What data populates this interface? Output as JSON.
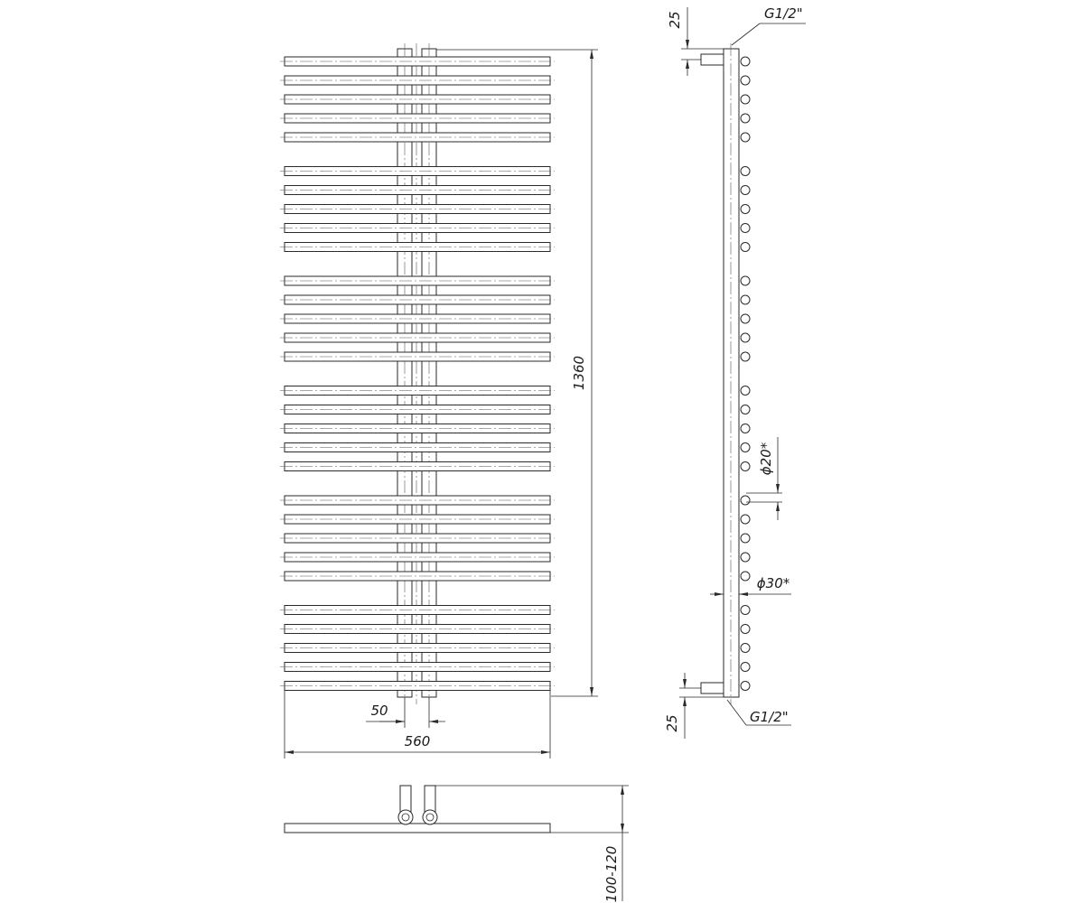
{
  "dimensions": {
    "height_total": "1360",
    "width_total": "560",
    "collector_spacing": "50",
    "wall_distance": "100-120",
    "connection_offset_top": "25",
    "connection_offset_bottom": "25",
    "thread_top": "G1/2\"",
    "thread_bottom": "G1/2\"",
    "rail_diameter": "ϕ20*",
    "collector_diameter": "ϕ30*"
  },
  "rail_groups": [
    5,
    5,
    5,
    5,
    5,
    5
  ]
}
